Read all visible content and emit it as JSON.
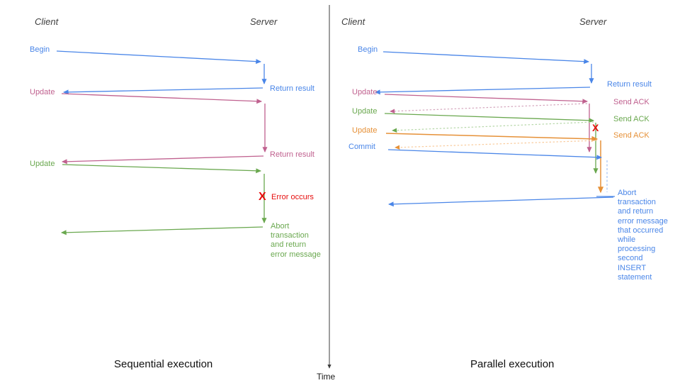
{
  "colors": {
    "blue": "#4a86e8",
    "pink": "#c0618f",
    "green": "#6aa84f",
    "orange": "#e69138",
    "red": "#e60d0d",
    "light_pink_dotted": "#d5a6bd",
    "light_green_dotted": "#b6d7a8",
    "light_orange_dotted": "#f9cb9c",
    "light_blue_dashed": "#a4c2f4",
    "axis": "#3d3d3d"
  },
  "time_axis": {
    "label": "Time"
  },
  "sequential": {
    "caption": "Sequential execution",
    "client": "Client",
    "server": "Server",
    "begin": "Begin",
    "return_result_1": "Return result",
    "update_1": "Update",
    "return_result_2": "Return result",
    "update_2": "Update",
    "error_mark": "X",
    "error_label": "Error occurs",
    "abort_label": "Abort transaction and return error message"
  },
  "parallel": {
    "caption": "Parallel execution",
    "client": "Client",
    "server": "Server",
    "begin": "Begin",
    "return_result": "Return result",
    "update_1": "Update",
    "send_ack_1": "Send ACK",
    "update_2": "Update",
    "send_ack_2": "Send ACK",
    "update_3": "Update",
    "send_ack_3": "Send ACK",
    "commit": "Commit",
    "error_mark": "X",
    "abort_label": "Abort transaction and return error message that occurred while processing second INSERT statement"
  }
}
